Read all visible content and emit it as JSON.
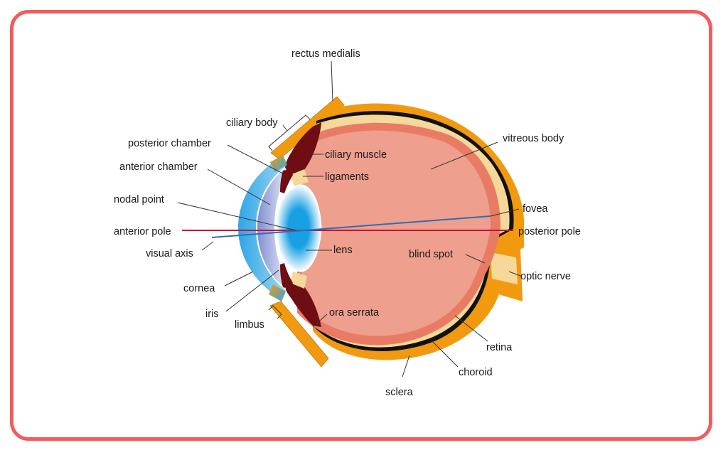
{
  "diagram": {
    "colors": {
      "frame": "#f25c5c",
      "sclera": "#f29a0f",
      "choroid": "#111111",
      "retina_band": "#f5d89a",
      "vitreous": "#ee9f8e",
      "vitreous_edge": "#e97b64",
      "ciliary_muscle": "#6e0d12",
      "cornea": "#2ea6e6",
      "lens": "#19a0e4",
      "anterior_pole_axis": "#cc1133",
      "visual_axis": "#2f6db5"
    },
    "labels": {
      "rectus_medialis": "rectus medialis",
      "ciliary_body": "ciliary body",
      "posterior_chamber": "posterior chamber",
      "anterior_chamber": "anterior chamber",
      "nodal_point": "nodal point",
      "anterior_pole": "anterior pole",
      "visual_axis": "visual axis",
      "cornea": "cornea",
      "iris": "iris",
      "limbus": "limbus",
      "ciliary_muscle": "ciliary muscle",
      "ligaments": "ligaments",
      "lens": "lens",
      "ora_serrata": "ora serrata",
      "sclera": "sclera",
      "vitreous_body": "vitreous body",
      "fovea": "fovea",
      "posterior_pole": "posterior pole",
      "blind_spot": "blind spot",
      "optic_nerve": "optic nerve",
      "retina": "retina",
      "choroid": "choroid"
    }
  }
}
